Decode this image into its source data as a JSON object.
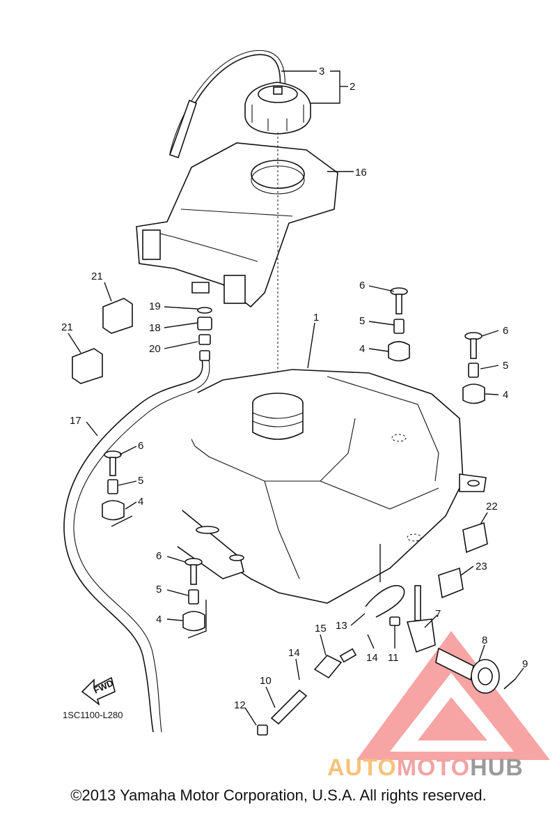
{
  "diagram": {
    "drawing_code": "1SC1100-L280",
    "fwd_label": "FWD",
    "callouts": {
      "c1": "1",
      "c2": "2",
      "c3": "3",
      "c4a": "4",
      "c4b": "4",
      "c4c": "4",
      "c4d": "4",
      "c5a": "5",
      "c5b": "5",
      "c5c": "5",
      "c5d": "5",
      "c6a": "6",
      "c6b": "6",
      "c6c": "6",
      "c6d": "6",
      "c7": "7",
      "c8": "8",
      "c9": "9",
      "c10": "10",
      "c11": "11",
      "c12": "12",
      "c13": "13",
      "c14a": "14",
      "c14b": "14",
      "c15": "15",
      "c16": "16",
      "c17": "17",
      "c18": "18",
      "c19": "19",
      "c20": "20",
      "c21a": "21",
      "c21b": "21",
      "c22": "22",
      "c23": "23"
    }
  },
  "watermark": {
    "part1": "AUTO",
    "part2": "MOTO",
    "part3": "HUB",
    "color1": "#f6c27a",
    "color2": "#f3a3a3",
    "color3": "#9a9a9a"
  },
  "footer": {
    "copyright": "©2013 Yamaha Motor Corporation, U.S.A. All rights reserved."
  }
}
